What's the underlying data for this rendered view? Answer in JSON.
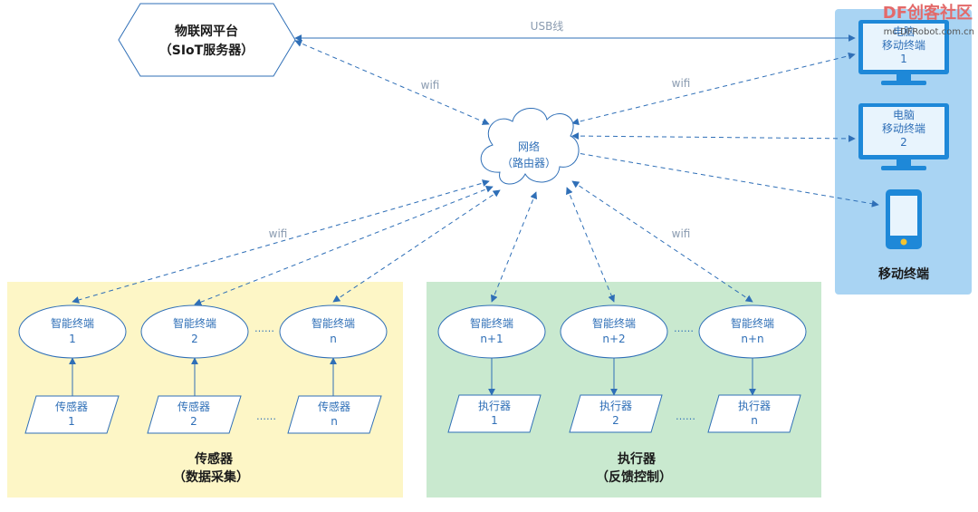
{
  "platform": {
    "line1": "物联网平台",
    "line2": "（SIoT服务器）"
  },
  "router": {
    "line1": "网络",
    "line2": "（路由器）"
  },
  "links": {
    "usb": "USB线",
    "wifi": "wifi"
  },
  "devices": {
    "pc1": {
      "line1": "电脑",
      "line2": "移动终端",
      "line3": "1"
    },
    "pc2": {
      "line1": "电脑",
      "line2": "移动终端",
      "line3": "2"
    },
    "title": "移动终端"
  },
  "sensor_terminals": [
    {
      "line1": "智能终端",
      "line2": "1"
    },
    {
      "line1": "智能终端",
      "line2": "2"
    },
    {
      "line1": "智能终端",
      "line2": "n"
    }
  ],
  "actuator_terminals": [
    {
      "line1": "智能终端",
      "line2": "n+1"
    },
    {
      "line1": "智能终端",
      "line2": "n+2"
    },
    {
      "line1": "智能终端",
      "line2": "n+n"
    }
  ],
  "sensors": [
    {
      "line1": "传感器",
      "line2": "1"
    },
    {
      "line1": "传感器",
      "line2": "2"
    },
    {
      "line1": "传感器",
      "line2": "n"
    }
  ],
  "actuators": [
    {
      "line1": "执行器",
      "line2": "1"
    },
    {
      "line1": "执行器",
      "line2": "2"
    },
    {
      "line1": "执行器",
      "line2": "n"
    }
  ],
  "groups": {
    "sensors": {
      "line1": "传感器",
      "line2": "（数据采集）"
    },
    "actuators": {
      "line1": "执行器",
      "line2": "（反馈控制）"
    }
  },
  "ellipsis": "……",
  "watermark": {
    "brand": "DF创客社区",
    "url": "mc.DFRobot.com.cn"
  },
  "colors": {
    "line": "#2f6fb7",
    "sensor_bg": "#fdf6c6",
    "actuator_bg": "#c9e9cf",
    "device_bg": "#a9d4f3",
    "monitor": "#1e88d8"
  }
}
